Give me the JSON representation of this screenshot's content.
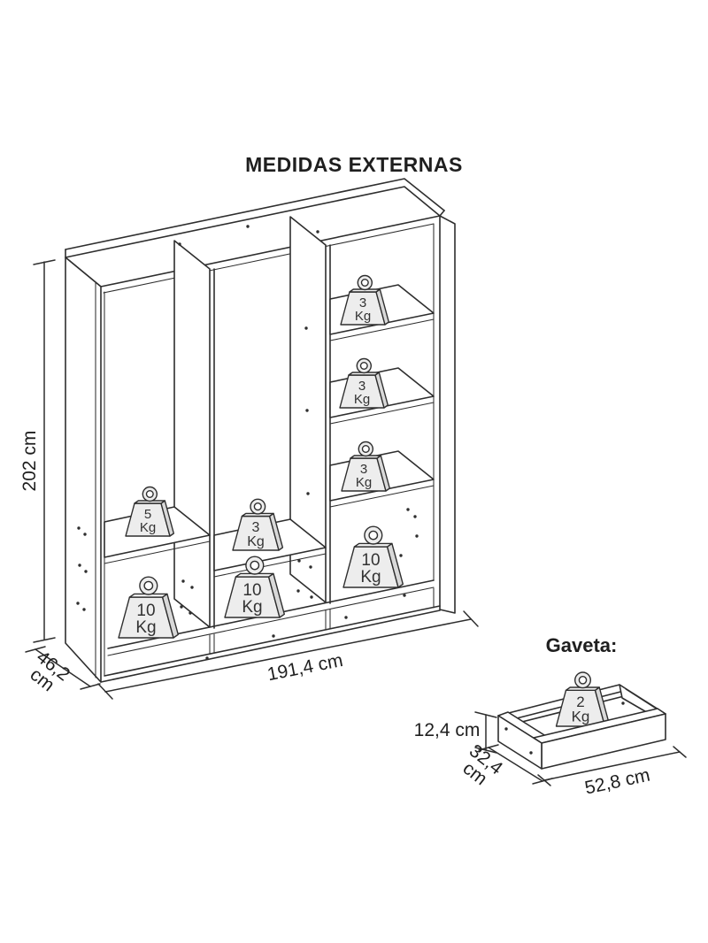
{
  "title": "MEDIDAS EXTERNAS",
  "wardrobe": {
    "height": "202 cm",
    "width": "191,4 cm",
    "depth": {
      "value": "46,2",
      "unit": "cm"
    },
    "weights": [
      {
        "value": "3",
        "unit": "Kg"
      },
      {
        "value": "3",
        "unit": "Kg"
      },
      {
        "value": "3",
        "unit": "Kg"
      },
      {
        "value": "10",
        "unit": "Kg"
      },
      {
        "value": "5",
        "unit": "Kg"
      },
      {
        "value": "10",
        "unit": "Kg"
      },
      {
        "value": "3",
        "unit": "Kg"
      },
      {
        "value": "10",
        "unit": "Kg"
      }
    ]
  },
  "drawer": {
    "heading": "Gaveta:",
    "height": "12,4 cm",
    "depth": {
      "value": "32,4",
      "unit": "cm"
    },
    "width": "52,8 cm",
    "weight": {
      "value": "2",
      "unit": "Kg"
    }
  },
  "colors": {
    "line": "#2e2e2e",
    "weight_fill": "#ededed",
    "weight_side": "#d9d9d9",
    "weight_top": "#f4f4f4",
    "background": "#ffffff"
  }
}
